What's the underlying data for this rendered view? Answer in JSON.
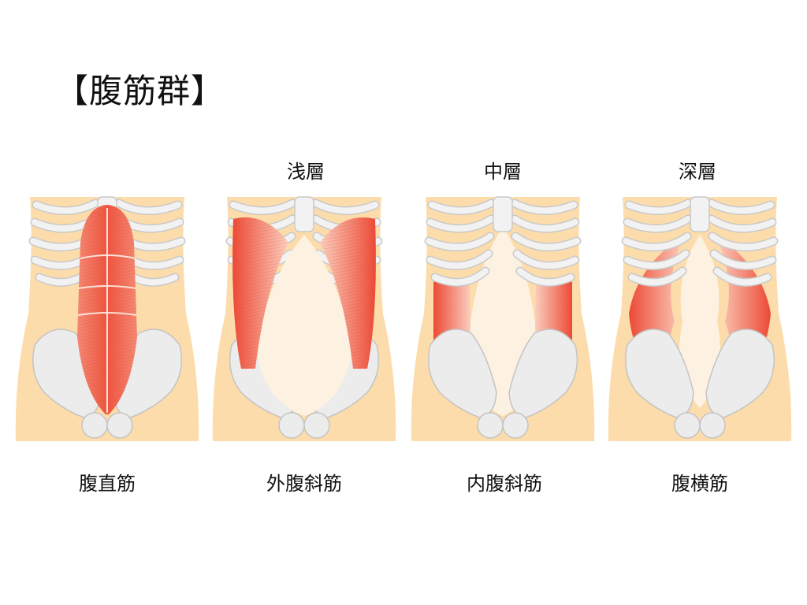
{
  "title": "【腹筋群】",
  "layers": [
    "浅層",
    "中層",
    "深層"
  ],
  "muscles": [
    "腹直筋",
    "外腹斜筋",
    "内腹斜筋",
    "腹横筋"
  ],
  "colors": {
    "skin": "#fcdcaa",
    "bone": "#ebebeb",
    "bone_outline": "#c9c9c9",
    "muscle": "#ef5a45",
    "muscle_light": "#f7a08c",
    "abdomen": "#fdf2e2"
  }
}
